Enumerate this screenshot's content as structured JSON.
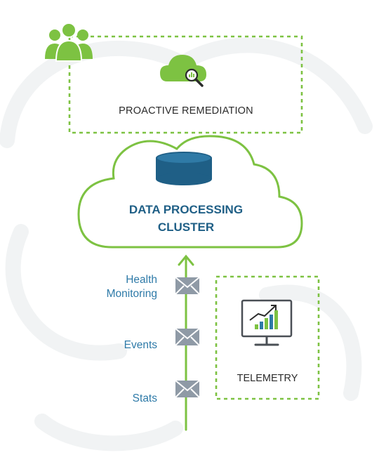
{
  "proactive_remediation": {
    "label": "PROACTIVE REMEDIATION"
  },
  "cluster": {
    "line1": "DATA PROCESSING",
    "line2": "CLUSTER"
  },
  "telemetry": {
    "label": "TELEMETRY"
  },
  "messages": [
    {
      "line1": "Health",
      "line2": "Monitoring"
    },
    {
      "line1": "Events"
    },
    {
      "line1": "Stats"
    }
  ],
  "colors": {
    "green": "#7dc242",
    "navy": "#1f5f86",
    "blue_text": "#2e7aa8",
    "envelope": "#8f9aa6",
    "text": "#2b2b2b"
  },
  "icons": [
    "users-icon",
    "cloud-search-icon",
    "database-icon",
    "envelope-icon",
    "monitor-chart-icon"
  ]
}
